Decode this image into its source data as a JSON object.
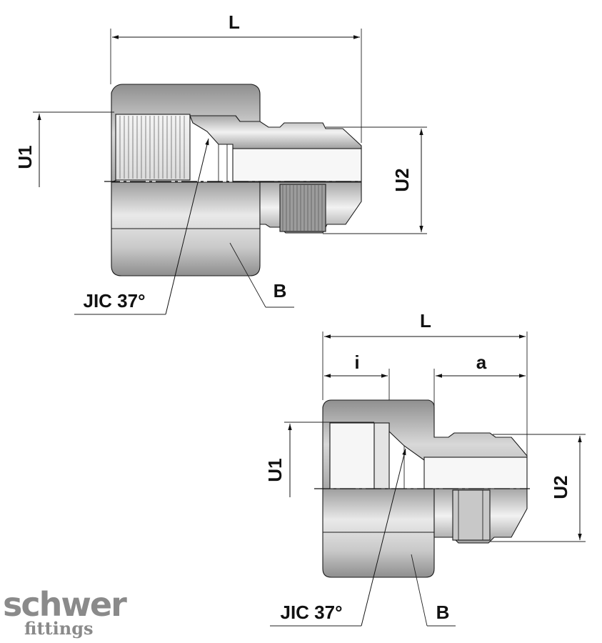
{
  "drawing_1": {
    "labels": {
      "length": "L",
      "female_thread": "U1",
      "male_thread": "U2",
      "flare": "JIC 37°",
      "hex": "B"
    }
  },
  "drawing_2": {
    "labels": {
      "length": "L",
      "thread_depth": "i",
      "male_length": "a",
      "female_thread": "U1",
      "male_thread": "U2",
      "flare": "JIC 37°",
      "hex": "B"
    }
  },
  "logo": {
    "line1": "schwer",
    "line2": "fittings"
  },
  "colors": {
    "metal_light": "#e6e6e6",
    "metal_mid": "#c4c4c4",
    "metal_dark": "#9a9a9a",
    "line": "#111111",
    "logo": "#8a8a8a"
  }
}
